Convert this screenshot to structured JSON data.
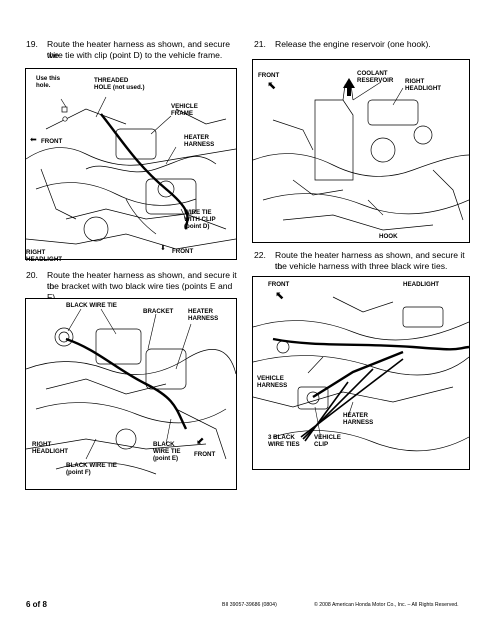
{
  "steps": {
    "s19": {
      "num": "19.",
      "line1": "Route the heater harness as shown, and secure the",
      "line2": "wire tie with clip (point D) to the vehicle frame."
    },
    "s20": {
      "num": "20.",
      "line1": "Route the heater harness as shown, and secure it to",
      "line2": "the bracket with two black wire ties (points E and F)."
    },
    "s21": {
      "num": "21.",
      "line1": "Release the engine reservoir (one hook)."
    },
    "s22": {
      "num": "22.",
      "line1": "Route the heater harness as shown, and secure it to",
      "line2": "the vehicle harness with three black wire ties."
    }
  },
  "fig19": {
    "use_this_hole": "Use this\nhole.",
    "threaded_hole": "THREADED\nHOLE (not used.)",
    "vehicle_frame": "VEHICLE\nFRAME",
    "heater_harness": "HEATER\nHARNESS",
    "front": "FRONT",
    "wire_tie_clip": "WIRE TIE\nWITH CLIP\n(point D)",
    "right_headlight": "RIGHT\nHEADLIGHT",
    "front2": "FRONT"
  },
  "fig20": {
    "black_wire_tie": "BLACK WIRE TIE",
    "bracket": "BRACKET",
    "heater_harness": "HEATER\nHARNESS",
    "right_headlight": "RIGHT\nHEADLIGHT",
    "black_wire_tie_f": "BLACK WIRE TIE\n(point F)",
    "black_wire_tie_e": "BLACK\nWIRE TIE\n(point E)",
    "front": "FRONT"
  },
  "fig21": {
    "front": "FRONT",
    "coolant_reservoir": "COOLANT\nRESERVOIR",
    "right_headlight": "RIGHT\nHEADLIGHT",
    "hook": "HOOK"
  },
  "fig22": {
    "front": "FRONT",
    "headlight": "HEADLIGHT",
    "vehicle_harness": "VEHICLE\nHARNESS",
    "heater_harness": "HEATER\nHARNESS",
    "black_wire_ties": "3 BLACK\nWIRE TIES",
    "vehicle_clip": "VEHICLE\nCLIP"
  },
  "footer": {
    "page": "6 of 8",
    "doc_id": "BII 39057-39686 (0804)",
    "copyright": "© 2008 American Honda Motor Co., Inc. – All Rights Reserved."
  }
}
